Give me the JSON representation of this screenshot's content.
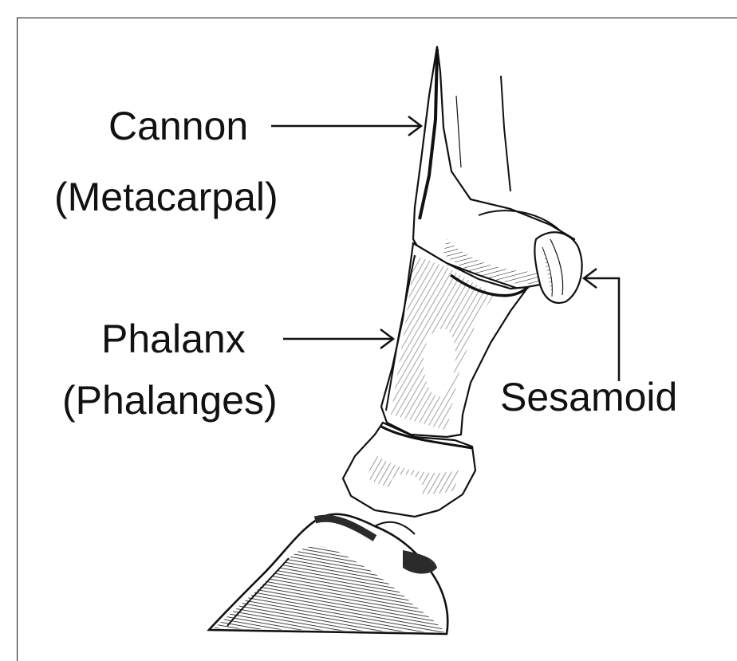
{
  "labels": {
    "cannon": "Cannon",
    "metacarpal": "(Metacarpal)",
    "phalanx": "Phalanx",
    "phalanges": "(Phalanges)",
    "sesamoid": "Sesamoid"
  },
  "colors": {
    "ink": "#111111",
    "bone_shade": "#e9e9e9",
    "hoof_fill": "#2b2b2b",
    "background": "#ffffff"
  }
}
